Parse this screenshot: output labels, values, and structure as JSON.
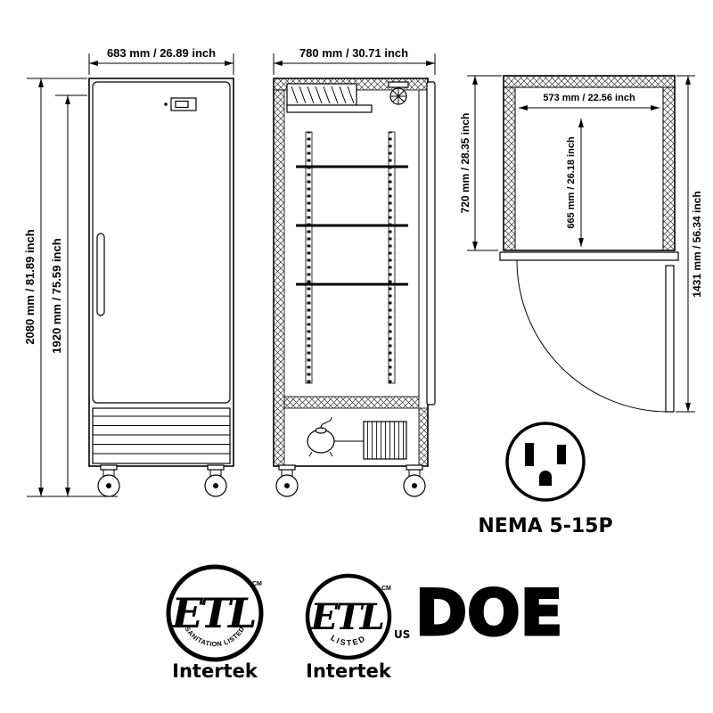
{
  "views": {
    "front": {
      "width": "683 mm / 26.89 inch",
      "total_height": "2080 mm / 81.89 inch",
      "door_height": "1920 mm / 75.59 inch"
    },
    "side": {
      "depth": "780 mm / 30.71 inch"
    },
    "top": {
      "cabinet_depth": "720 mm / 28.35 inch",
      "interior_width": "573 mm / 22.56 inch",
      "interior_depth": "665 mm / 26.18 inch",
      "door_open_depth": "1431 mm / 56.34 inch"
    }
  },
  "plug": {
    "type": "NEMA 5-15P"
  },
  "certs": {
    "etl_sanitation": {
      "letters": "ETL",
      "mark": "CM",
      "arc": "SANITATION LISTED",
      "brand": "Intertek"
    },
    "etl_listed": {
      "letters": "ETL",
      "mark": "CM",
      "arc": "LISTED",
      "region": "US",
      "brand": "Intertek"
    },
    "doe": "DOE"
  },
  "colors": {
    "ink": "#000000",
    "background": "#ffffff"
  }
}
